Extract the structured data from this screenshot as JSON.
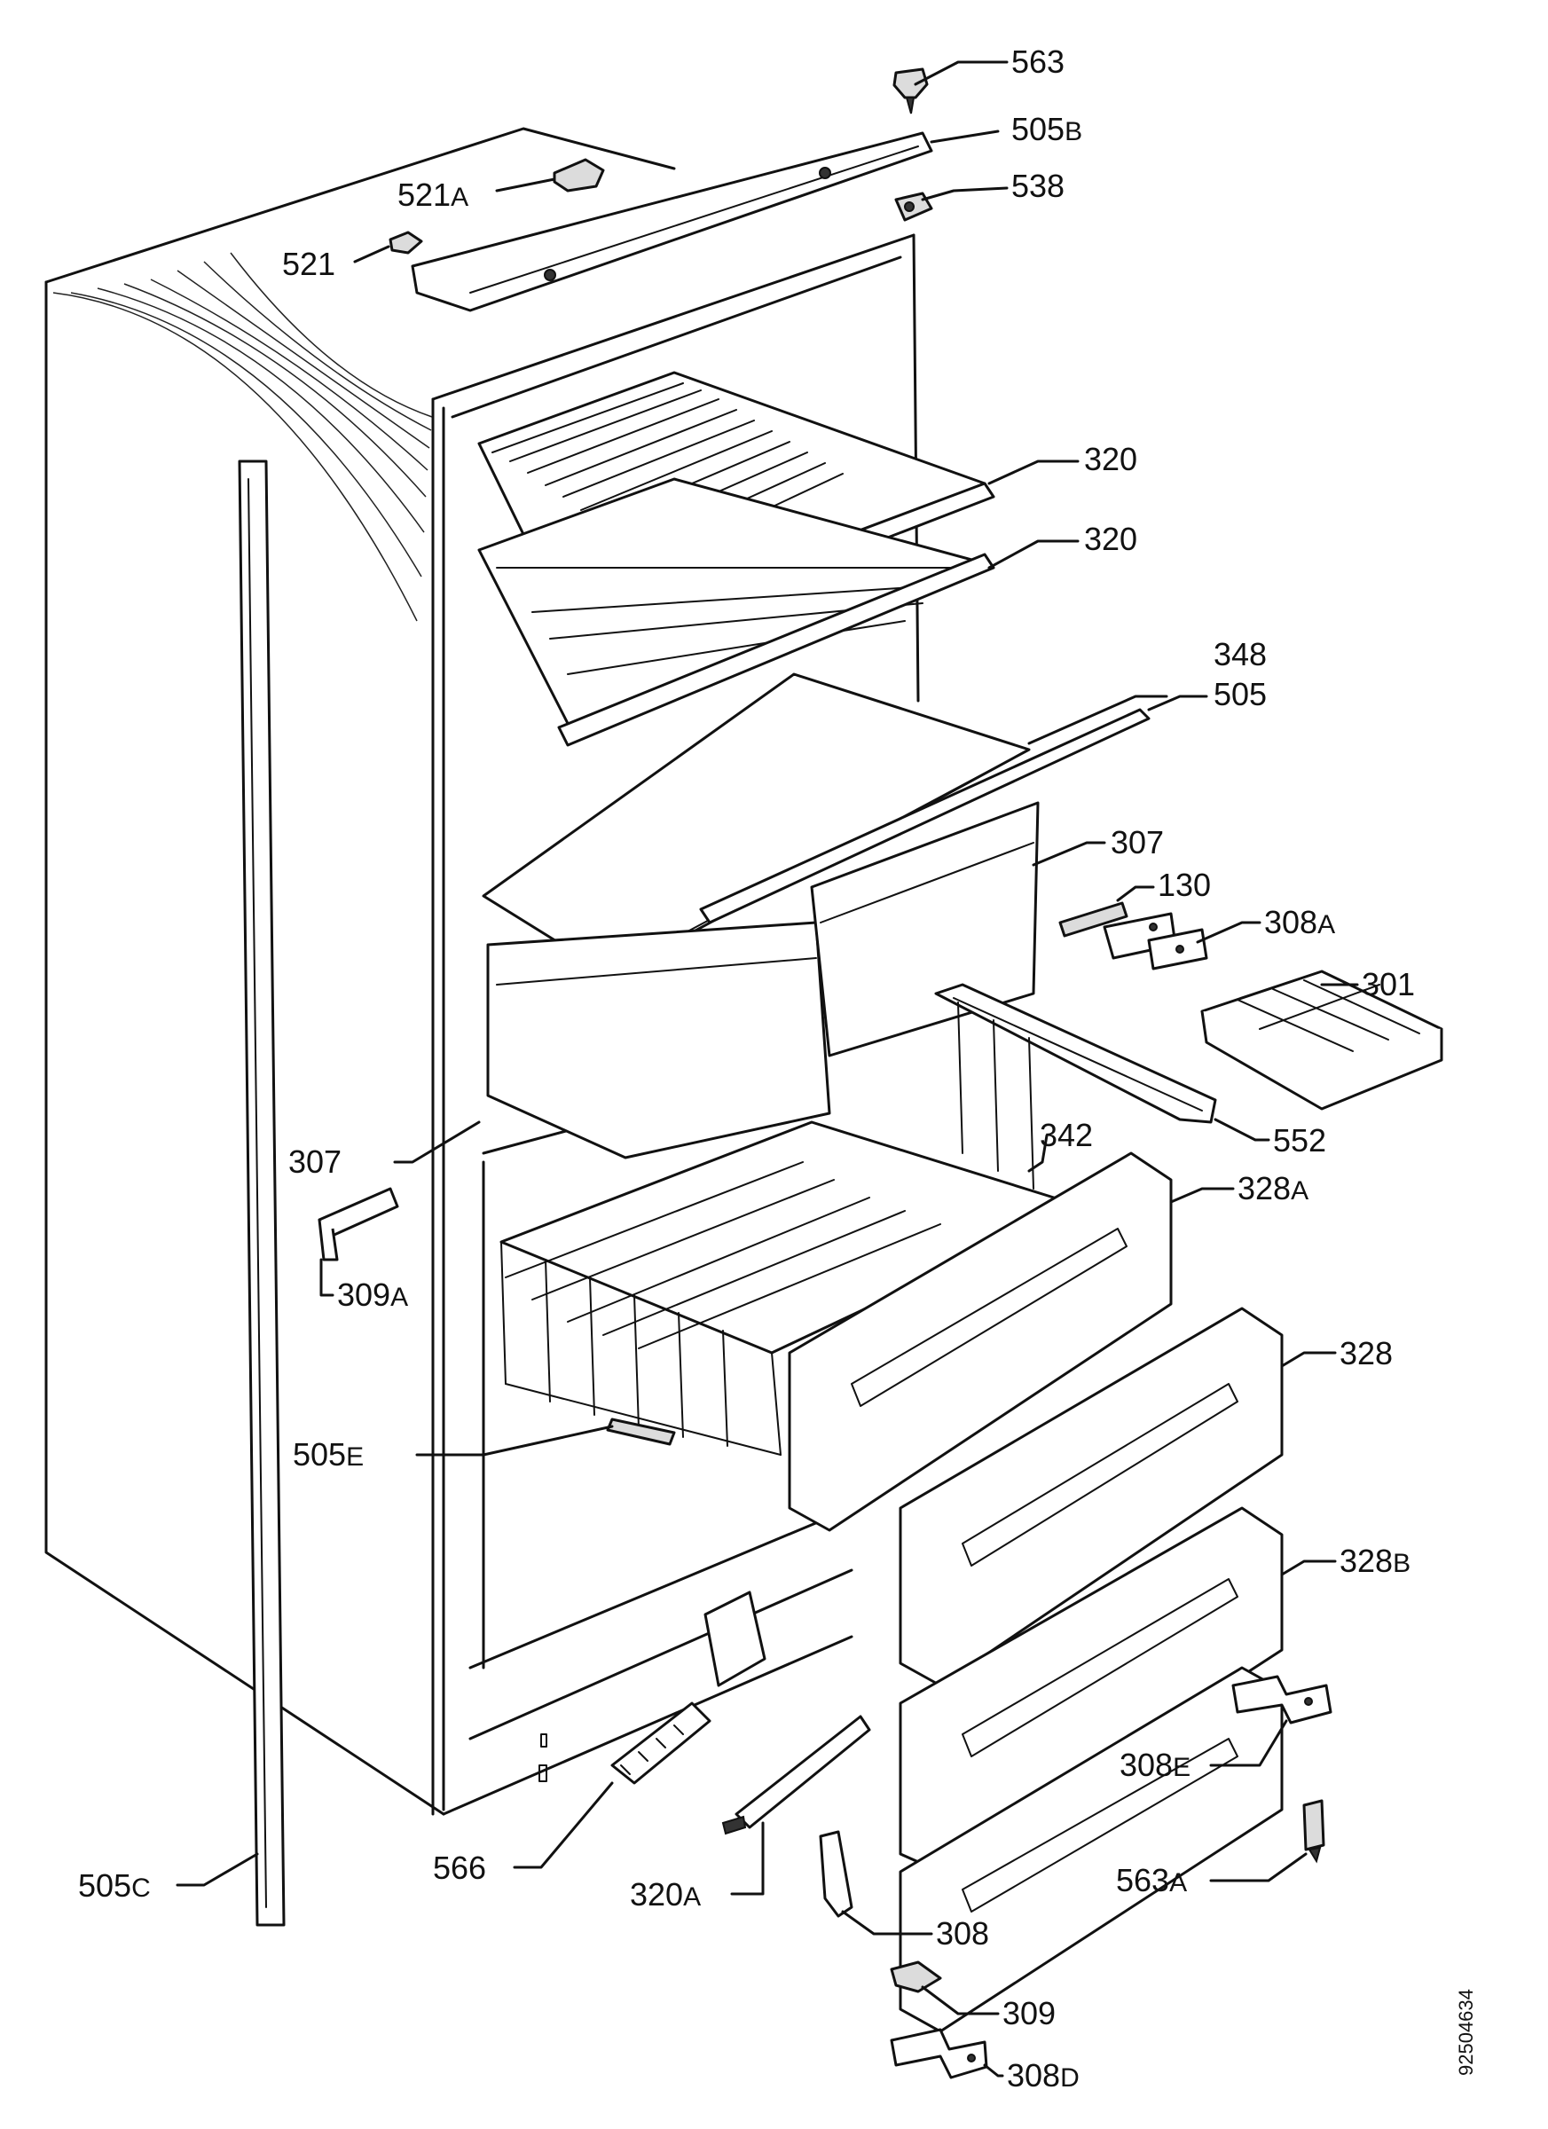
{
  "labels": [
    {
      "id": "563",
      "base": "563",
      "suffix": ""
    },
    {
      "id": "505B",
      "base": "505",
      "suffix": "B"
    },
    {
      "id": "538",
      "base": "538",
      "suffix": ""
    },
    {
      "id": "521A",
      "base": "521",
      "suffix": "A"
    },
    {
      "id": "521",
      "base": "521",
      "suffix": ""
    },
    {
      "id": "320-upper",
      "base": "320",
      "suffix": ""
    },
    {
      "id": "320-lower",
      "base": "320",
      "suffix": ""
    },
    {
      "id": "348",
      "base": "348",
      "suffix": ""
    },
    {
      "id": "505",
      "base": "505",
      "suffix": ""
    },
    {
      "id": "307-right",
      "base": "307",
      "suffix": ""
    },
    {
      "id": "130",
      "base": "130",
      "suffix": ""
    },
    {
      "id": "308A",
      "base": "308",
      "suffix": "A"
    },
    {
      "id": "301",
      "base": "301",
      "suffix": ""
    },
    {
      "id": "552",
      "base": "552",
      "suffix": ""
    },
    {
      "id": "342",
      "base": "342",
      "suffix": ""
    },
    {
      "id": "307-left",
      "base": "307",
      "suffix": ""
    },
    {
      "id": "328A",
      "base": "328",
      "suffix": "A"
    },
    {
      "id": "309A",
      "base": "309",
      "suffix": "A"
    },
    {
      "id": "328",
      "base": "328",
      "suffix": ""
    },
    {
      "id": "505E",
      "base": "505",
      "suffix": "E"
    },
    {
      "id": "328B",
      "base": "328",
      "suffix": "B"
    },
    {
      "id": "308E",
      "base": "308",
      "suffix": "E"
    },
    {
      "id": "563A",
      "base": "563",
      "suffix": "A"
    },
    {
      "id": "505C",
      "base": "505",
      "suffix": "C"
    },
    {
      "id": "566",
      "base": "566",
      "suffix": ""
    },
    {
      "id": "320A",
      "base": "320",
      "suffix": "A"
    },
    {
      "id": "308",
      "base": "308",
      "suffix": ""
    },
    {
      "id": "309",
      "base": "309",
      "suffix": ""
    },
    {
      "id": "308D",
      "base": "308",
      "suffix": "D"
    }
  ],
  "document_number": "92504634"
}
